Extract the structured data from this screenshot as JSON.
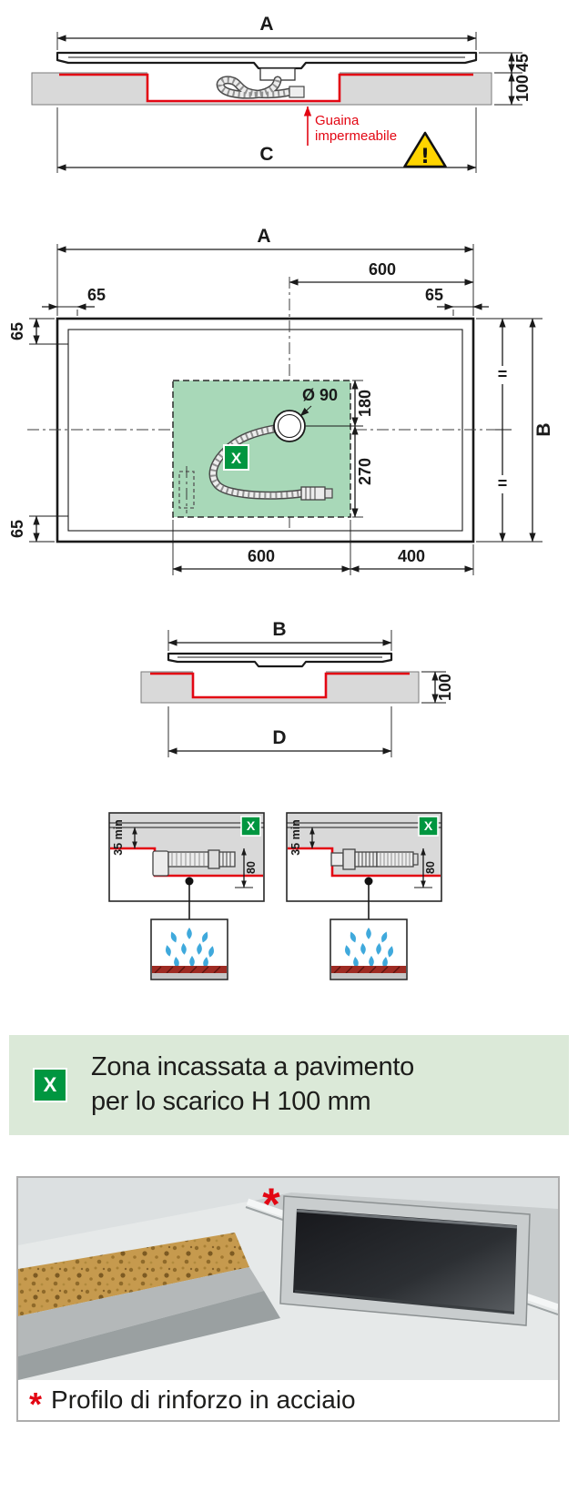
{
  "colors": {
    "red": "#e30613",
    "green": "#009640",
    "green_zone_fill": "#a8d8b8",
    "banner_bg": "#dbe9d8",
    "floor_gray": "#d9d9d9",
    "drop_blue": "#3fa9dc",
    "warning_yellow": "#ffd500"
  },
  "section_a": {
    "dim_a": "A",
    "dim_45": "45",
    "dim_100": "100",
    "guaina_line1": "Guaina",
    "guaina_line2": "impermeabile",
    "warning_mark": "!",
    "dim_c": "C"
  },
  "plan": {
    "dim_a": "A",
    "dim_600_top": "600",
    "dim_65_tl": "65",
    "dim_65_tr": "65",
    "dim_65_left_top": "65",
    "dim_65_left_bottom": "65",
    "eq_top": "=",
    "eq_bottom": "=",
    "dim_b": "B",
    "drain_diameter": "Ø 90",
    "dim_180": "180",
    "dim_270": "270",
    "dim_600_bottom": "600",
    "dim_400": "400",
    "x_badge": "X"
  },
  "section_b": {
    "dim_b": "B",
    "dim_100": "100",
    "dim_d": "D"
  },
  "details": {
    "left": {
      "x_badge": "X",
      "dim_35min": "35 min",
      "dim_80": "80"
    },
    "right": {
      "x_badge": "X",
      "dim_35min": "35 min",
      "dim_80": "80"
    }
  },
  "banner": {
    "x_badge": "X",
    "line1": "Zona incassata a pavimento",
    "line2": "per lo scarico H 100 mm"
  },
  "photo": {
    "asterisk": "*",
    "caption": "Profilo di rinforzo in acciaio"
  }
}
